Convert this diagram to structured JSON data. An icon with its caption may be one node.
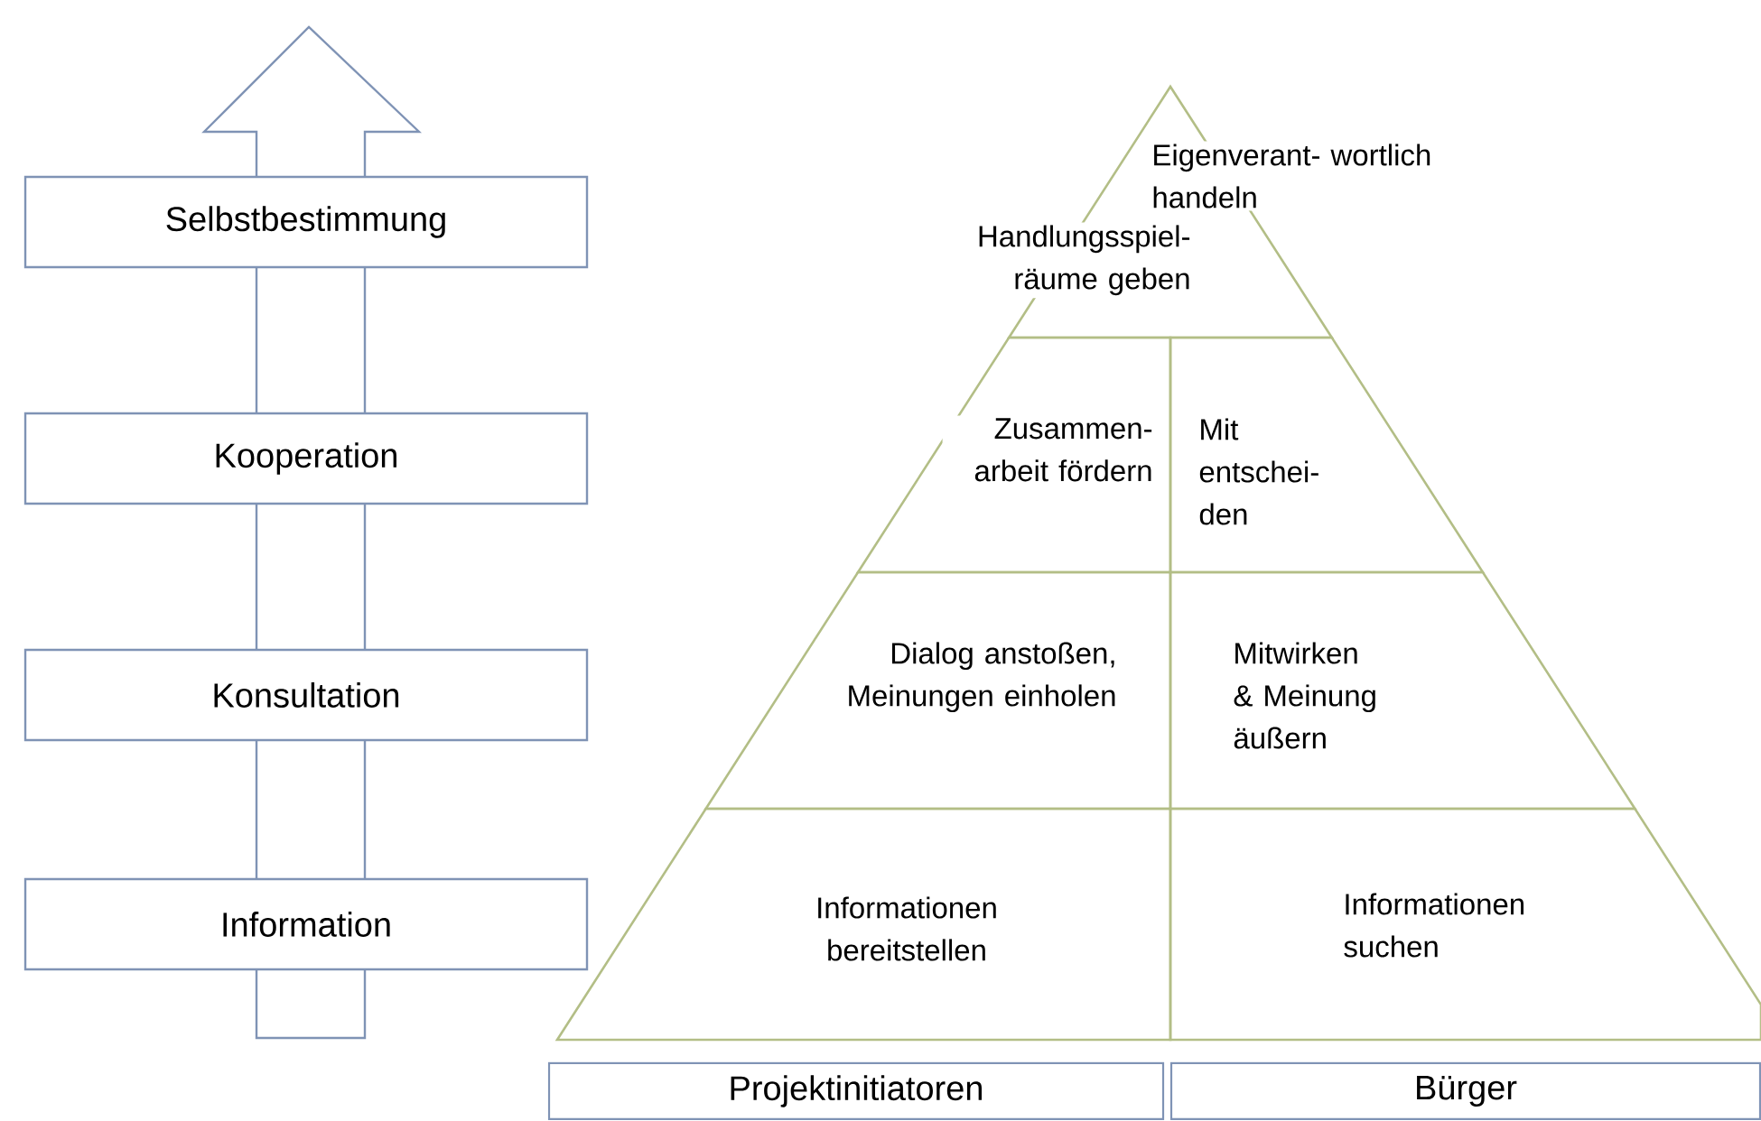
{
  "diagram": {
    "nodes": [
      {
        "text": [
          "Selbstbestimmung"
        ]
      },
      {
        "text": [
          "Kooperation"
        ]
      },
      {
        "text": [
          "Konsultation"
        ]
      },
      {
        "text": [
          "Information"
        ]
      },
      {
        "text": [
          "Eigenverant- wortlich handeln",
          "Handlungsspiel- räume geben"
        ]
      },
      {
        "text": [
          "Zusammen- arbeit fördern"
        ]
      },
      {
        "text": [
          "Mit entschei- den"
        ]
      },
      {
        "text": [
          "Dialog anstoßen, Meinungen einholen"
        ]
      },
      {
        "text": [
          "Mitwirken & Meinung äußern"
        ]
      },
      {
        "text": [
          "Informationen bereitstellen"
        ]
      },
      {
        "text": [
          "Informationen suchen"
        ]
      },
      {
        "text": [
          "Projektinitiatoren"
        ]
      },
      {
        "text": [
          "Bürger"
        ]
      }
    ]
  }
}
